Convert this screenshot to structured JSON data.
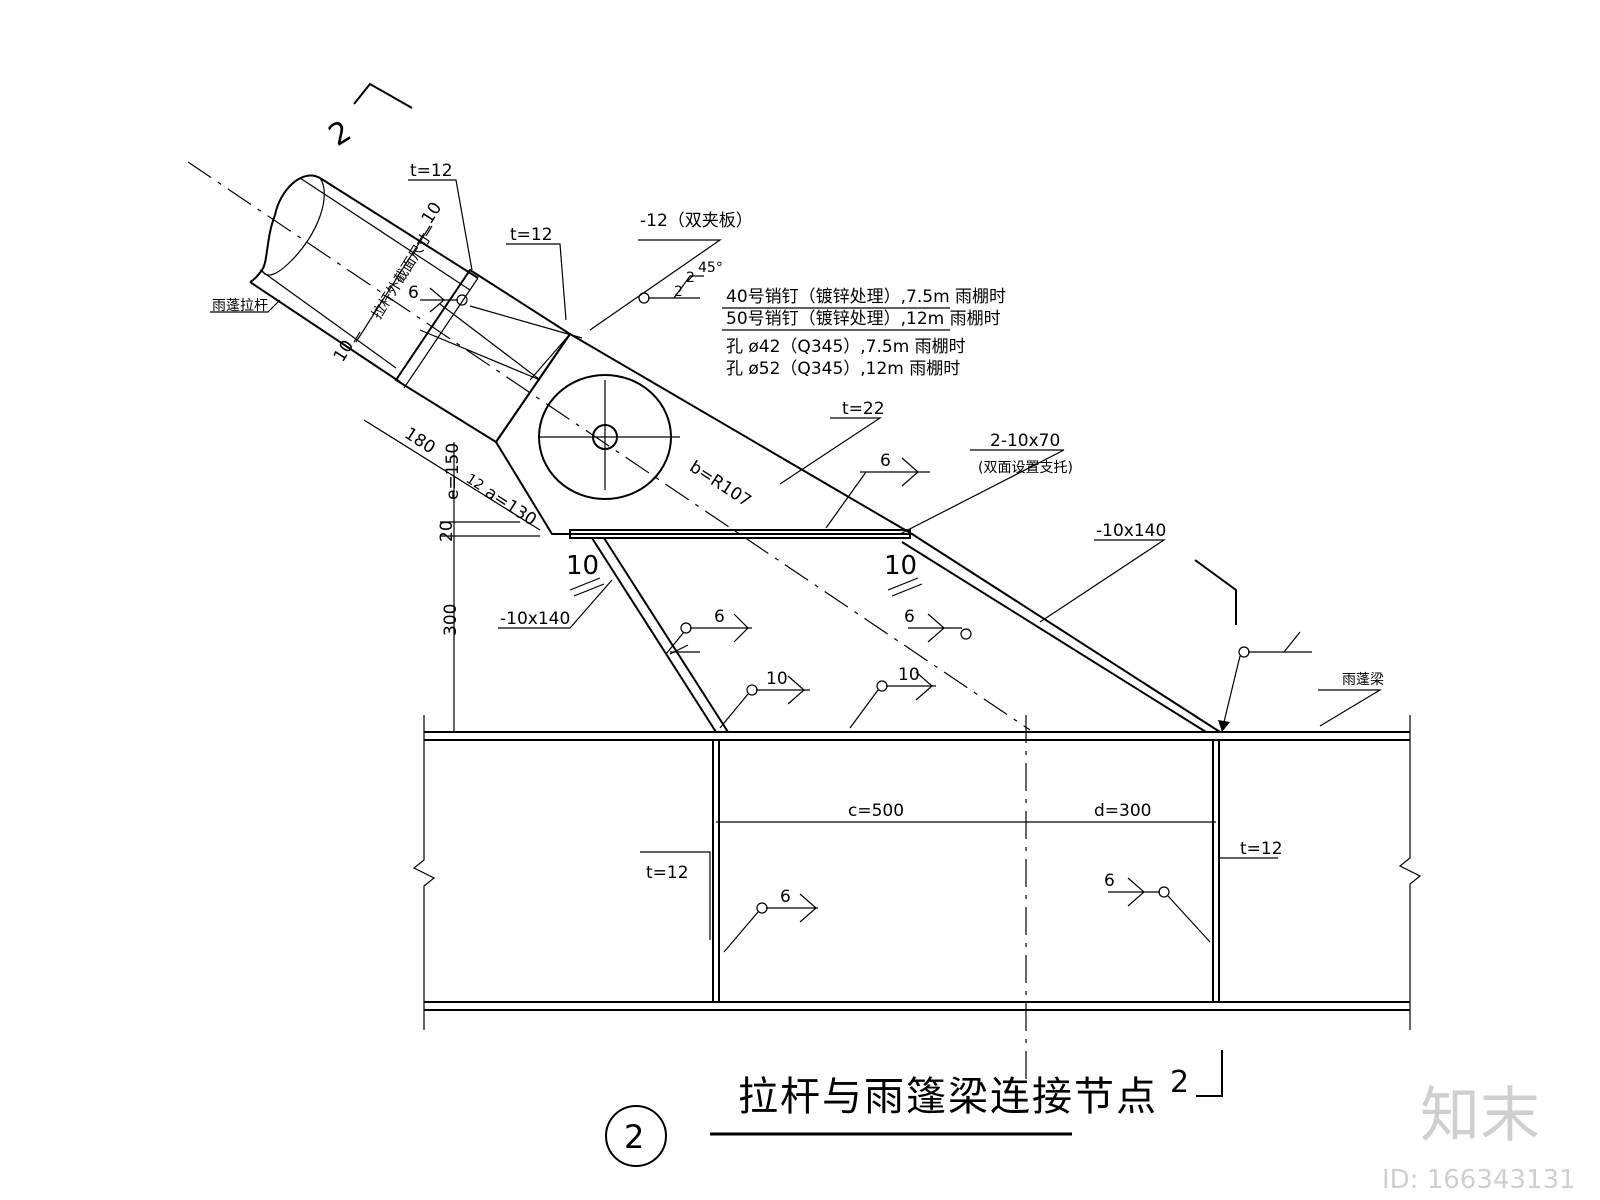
{
  "section_mark": {
    "number_left": "2",
    "number_right": "2"
  },
  "member_labels": {
    "tie_rod": "雨蓬拉杆",
    "canopy_beam": "雨蓬梁",
    "rod_outer_dim": "拉杆外截面尺寸"
  },
  "plates": {
    "t12_top": "t=12",
    "t12_second": "t=12",
    "double_clamp": "-12（双夹板）",
    "t22": "t=22",
    "support": "2-10x70",
    "support_note": "(双面设置支托)",
    "stiff_left": "-10x140",
    "stiff_right": "-10x140",
    "web_left": "t=12",
    "web_right": "t=12"
  },
  "pin_notes": [
    "40号销钉（镀锌处理）,7.5m 雨棚时",
    "50号销钉（镀锌处理）,12m 雨棚时",
    "孔 ø42（Q345）,7.5m 雨棚时",
    "孔 ø52（Q345）,12m 雨棚时"
  ],
  "dimensions": {
    "d10_top": "10",
    "d10_bot": "10",
    "d180": "180",
    "a": "a=130",
    "b": "b=R107",
    "e": "e=150",
    "d20": "20",
    "d300": "300",
    "d12": "12",
    "c": "c=500",
    "d": "d=300"
  },
  "welds": {
    "w6_a": "6",
    "w6_b": "6",
    "w6_c": "6",
    "w6_d": "6",
    "w6_e": "6",
    "w6_f": "6",
    "w10_a": "10",
    "w10_b": "10",
    "w10_c": "10",
    "w10_d": "10",
    "groove": "2",
    "groove_gap": "2",
    "groove_angle": "45°"
  },
  "title": "拉杆与雨篷梁连接节点",
  "detail_no": "2",
  "watermark": {
    "brand": "知末",
    "id": "ID: 166343131"
  }
}
